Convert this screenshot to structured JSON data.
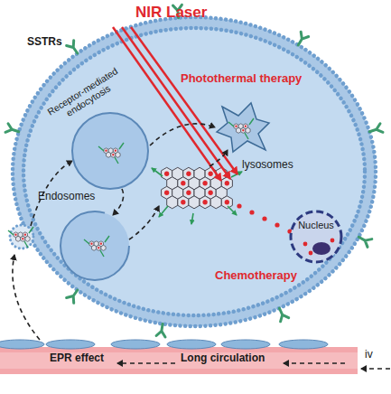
{
  "diagram": {
    "nodes": [
      {
        "text": [
          "Endosomes"
        ]
      },
      {
        "text": [
          "lysosomes"
        ]
      },
      {
        "text": [
          "Nucleus"
        ]
      },
      {
        "text": [
          "EPR effect",
          "Long circulation"
        ]
      }
    ],
    "edges": [
      {
        "from": 0,
        "to": 1,
        "arrow": "to"
      }
    ],
    "labels": [
      "NIR Laser",
      "SSTRs",
      "Photothermal therapy",
      "Receptor-mediated endocytosis",
      "Chemotherapy",
      "iv"
    ]
  }
}
